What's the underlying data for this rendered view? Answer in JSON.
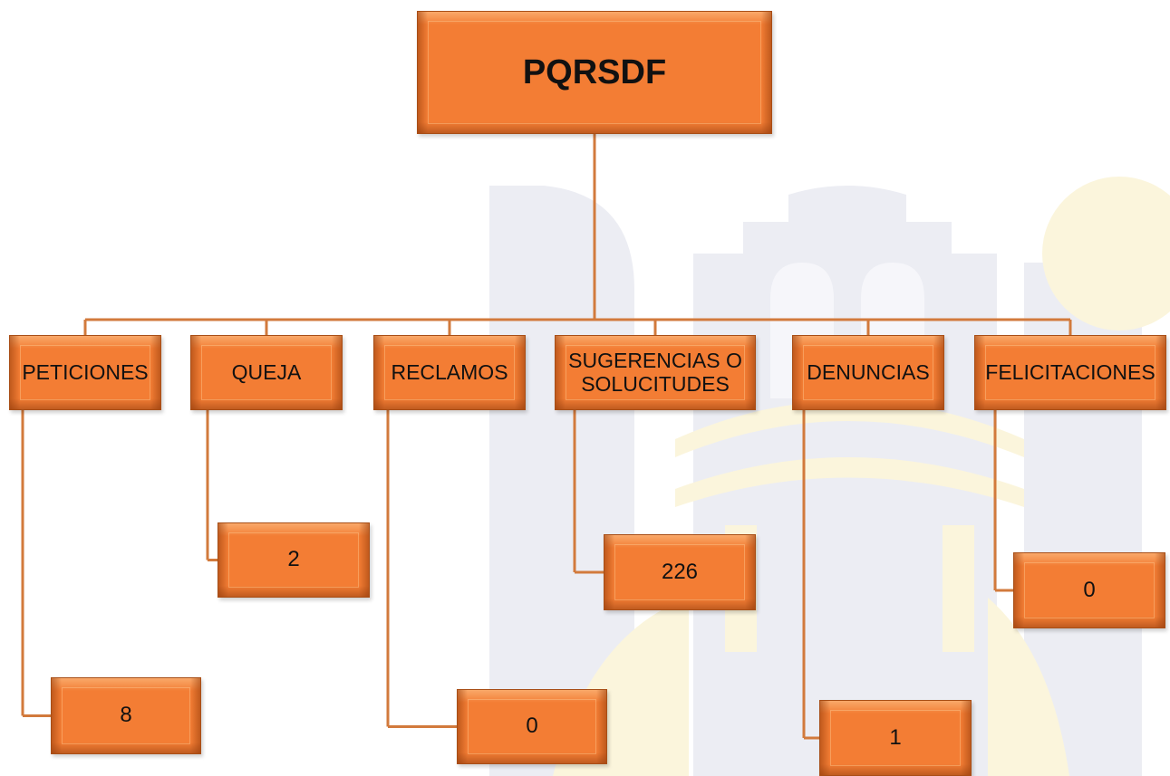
{
  "colors": {
    "box_fill": "#f37d34",
    "box_border": "#a84e16",
    "connector": "#d27a3c",
    "watermark_gray": "#ecedf3",
    "watermark_yellow": "#fbf5dc",
    "text": "#111111"
  },
  "root": {
    "label": "PQRSDF"
  },
  "categories": [
    {
      "id": "peticiones",
      "label": "PETICIONES",
      "count": "8"
    },
    {
      "id": "queja",
      "label": "QUEJA",
      "count": "2"
    },
    {
      "id": "reclamos",
      "label": "RECLAMOS",
      "count": "0"
    },
    {
      "id": "sugerencias",
      "label": "SUGERENCIAS O SOLUCITUDES",
      "count": "226"
    },
    {
      "id": "denuncias",
      "label": "DENUNCIAS",
      "count": "1"
    },
    {
      "id": "felicitaciones",
      "label": "FELICITACIONES",
      "count": "0"
    }
  ]
}
